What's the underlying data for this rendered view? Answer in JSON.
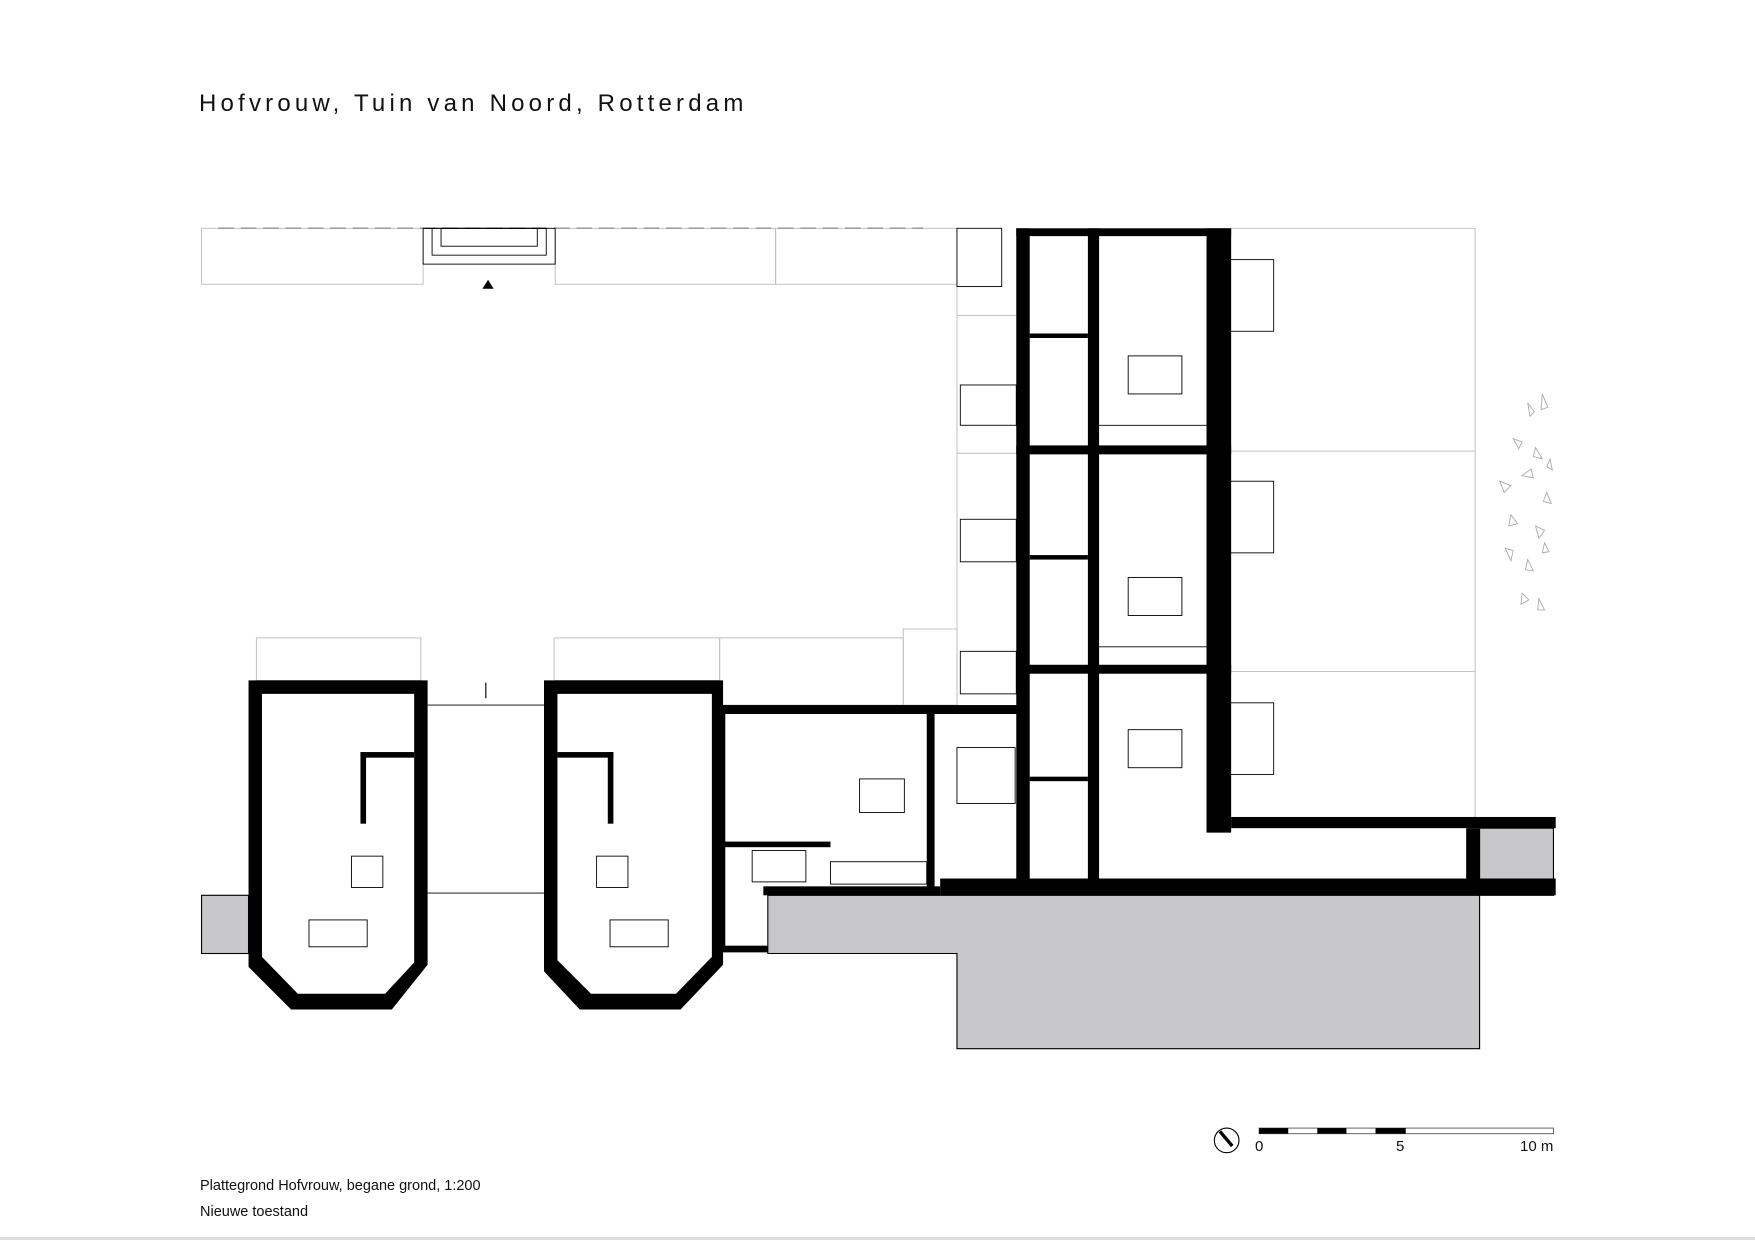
{
  "title": "Hofvrouw, Tuin van Noord, Rotterdam",
  "caption": {
    "line1": "Plattegrond Hofvrouw, begane grond, 1:200",
    "line2": "Nieuwe toestand"
  },
  "scale_bar": {
    "ticks": [
      "0",
      "5",
      "10 m"
    ]
  },
  "icons": {
    "north": "north-arrow-icon"
  }
}
